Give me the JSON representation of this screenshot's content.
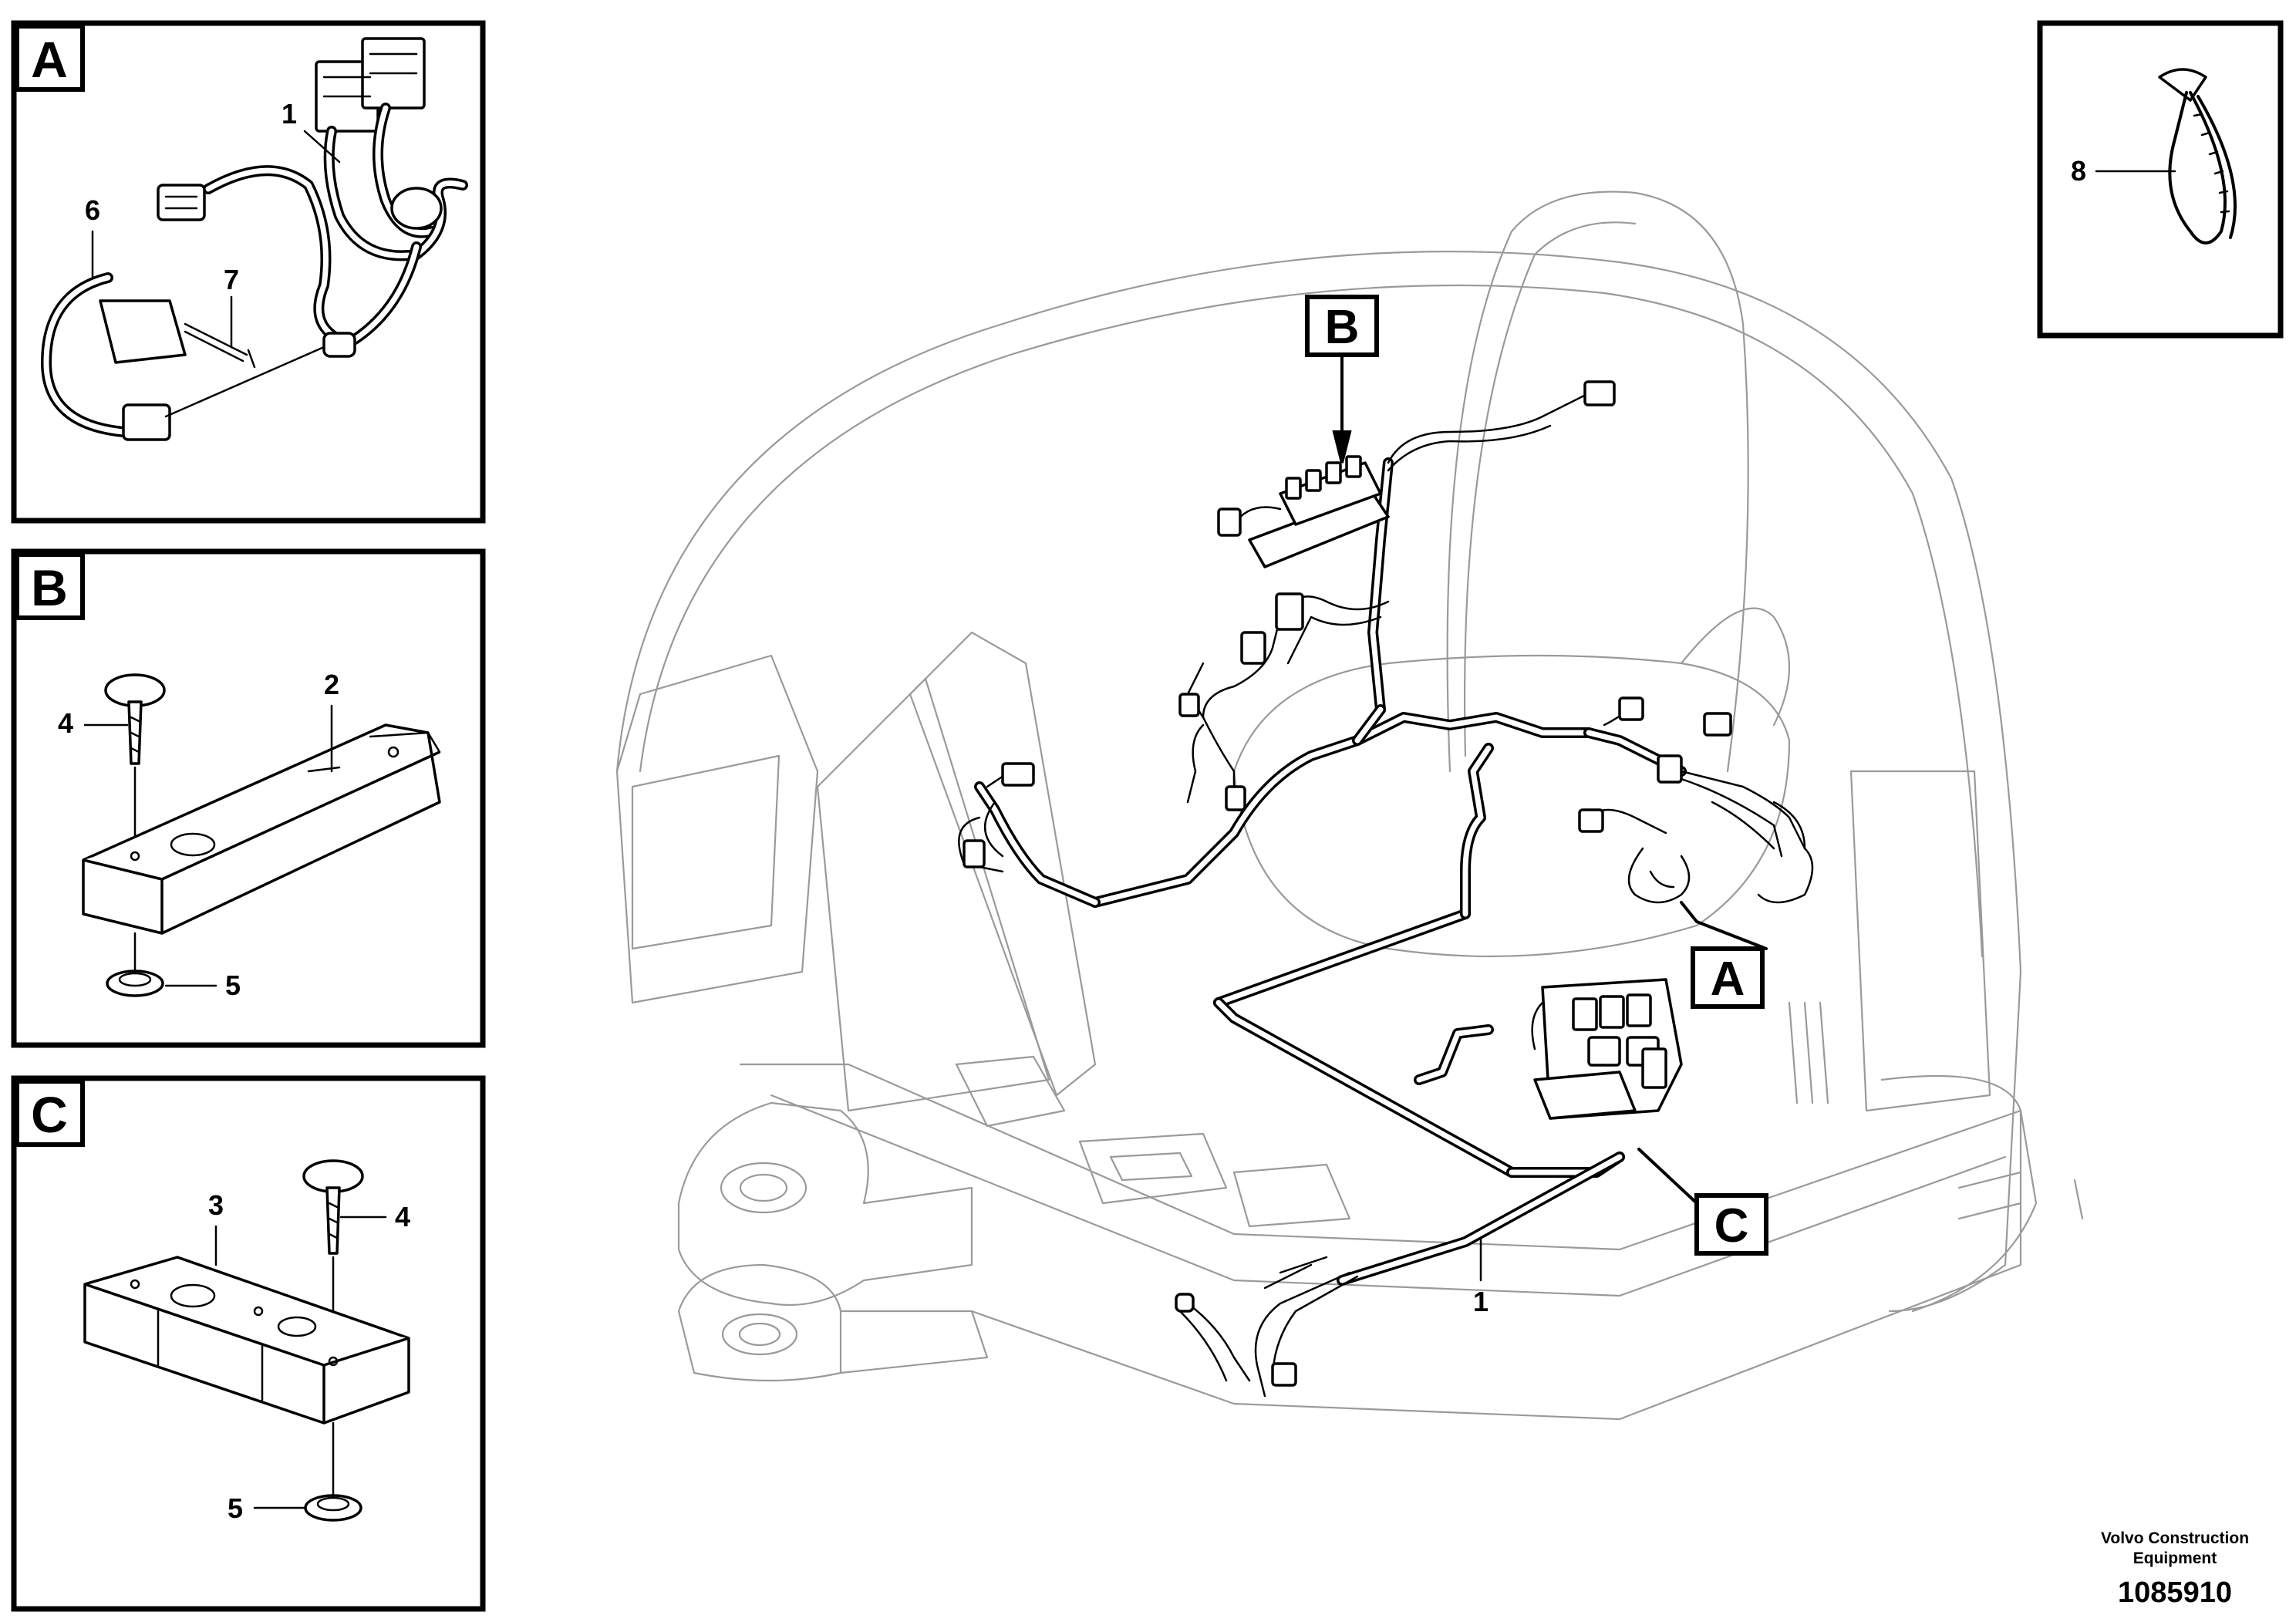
{
  "panels": {
    "A": {
      "letter": "A",
      "callouts": [
        "1",
        "6",
        "7"
      ]
    },
    "B": {
      "letter": "B",
      "callouts": [
        "2",
        "4",
        "5"
      ]
    },
    "C": {
      "letter": "C",
      "callouts": [
        "3",
        "4",
        "5"
      ]
    },
    "tie": {
      "callout": "8"
    }
  },
  "main": {
    "labels": [
      "B",
      "A",
      "C"
    ],
    "harness_callout": "1"
  },
  "footer": {
    "brand_line1": "Volvo Construction",
    "brand_line2": "Equipment",
    "drawing_number": "1085910"
  }
}
